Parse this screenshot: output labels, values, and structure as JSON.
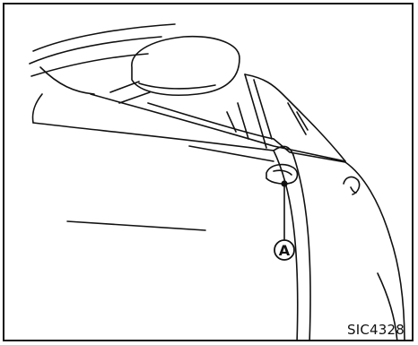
{
  "figure": {
    "callout_label": "A",
    "figure_id": "SIC4328"
  },
  "colors": {
    "line": "#111111",
    "background": "#ffffff"
  },
  "icons": {
    "callout": "circled-letter-marker",
    "subject": "car-rear-door-handle-illustration"
  }
}
